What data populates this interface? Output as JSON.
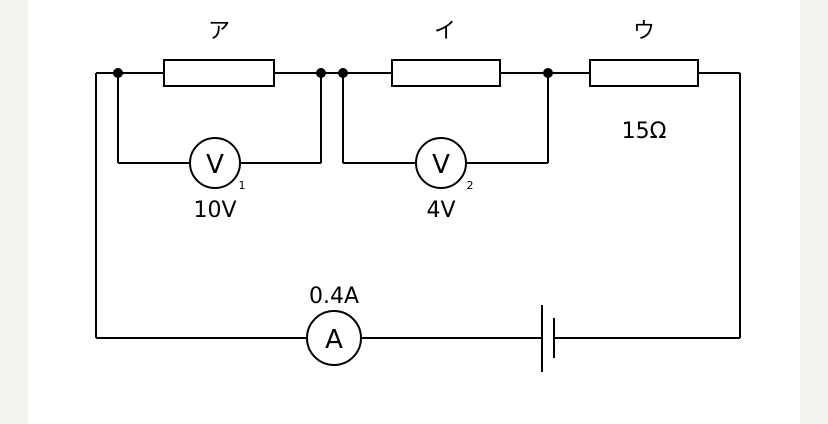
{
  "circuit": {
    "resistors": [
      {
        "name": "ア",
        "value": ""
      },
      {
        "name": "イ",
        "value": ""
      },
      {
        "name": "ウ",
        "value": "15Ω"
      }
    ],
    "voltmeters": [
      {
        "symbol": "V",
        "subscript": "1",
        "reading": "10V"
      },
      {
        "symbol": "V",
        "subscript": "2",
        "reading": "4V"
      }
    ],
    "ammeter": {
      "symbol": "A",
      "reading": "0.4A"
    }
  }
}
